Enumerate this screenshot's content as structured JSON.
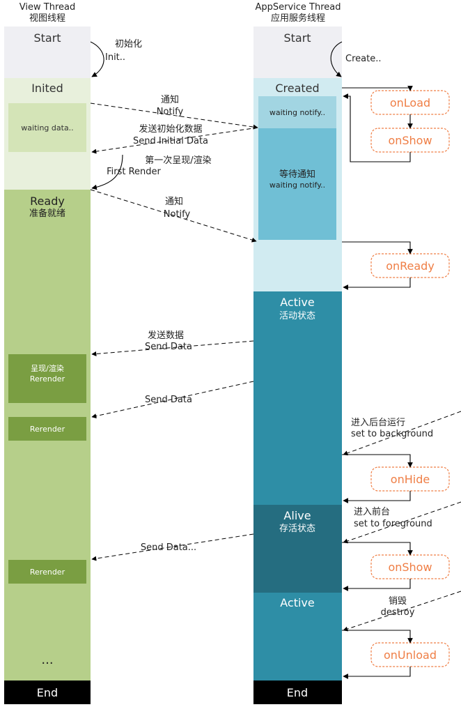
{
  "headers": {
    "view": {
      "title": "View Thread",
      "subtitle": "视图线程"
    },
    "service": {
      "title": "AppService Thread",
      "subtitle": "应用服务线程"
    }
  },
  "view_thread": {
    "start": "Start",
    "inited": "Inited",
    "waiting_data": "waiting data..",
    "ready": "Ready",
    "ready_cn": "准备就绪",
    "rerender_1_cn": "呈现/渲染",
    "rerender_1": "Rerender",
    "rerender_2": "Rerender",
    "rerender_3": "Rerender",
    "ellipsis": "...",
    "end": "End"
  },
  "service_thread": {
    "start": "Start",
    "created": "Created",
    "waiting_notify_1": "waiting notify..",
    "waiting_notify_2_cn": "等待通知",
    "waiting_notify_2": "waiting notify..",
    "active": "Active",
    "active_cn": "活动状态",
    "alive": "Alive",
    "alive_cn": "存活状态",
    "active_2": "Active",
    "end": "End"
  },
  "lifecycle": {
    "onLoad": "onLoad",
    "onShow": "onShow",
    "onReady": "onReady",
    "onHide": "onHide",
    "onShow_2": "onShow",
    "onUnload": "onUnload"
  },
  "messages": {
    "init_cn": "初始化",
    "init": "Init..",
    "create": "Create..",
    "notify_cn": "通知",
    "notify": "Notify",
    "send_initial_cn": "发送初始化数据",
    "send_initial": "Send Initial Data",
    "first_render_cn": "第一次呈现/渲染",
    "first_render": "First Render",
    "notify_2_cn": "通知",
    "notify_2": "Notify",
    "send_data_cn": "发送数据",
    "send_data": "Send Data",
    "send_data_2": "Send Data",
    "bg_cn": "进入后台运行",
    "bg": "set to background",
    "fg_cn": "进入前台",
    "fg": "set to foreground",
    "send_data_3": "Send Data...",
    "destroy_cn": "销毁",
    "destroy": "destroy"
  },
  "colors": {
    "start": "#efeff3",
    "inited": "#e8f0dc",
    "waiting_data": "#d4e4b7",
    "ready": "#b6cf8a",
    "rerender": "#7a9e42",
    "end": "#000000",
    "created": "#d1ebf1",
    "waiting_notify": "#70bfd5",
    "waiting_notify_top": "#a2d5e2",
    "active": "#2e8ea6",
    "alive": "#256d80",
    "lifecycle": "#ef7e45"
  }
}
